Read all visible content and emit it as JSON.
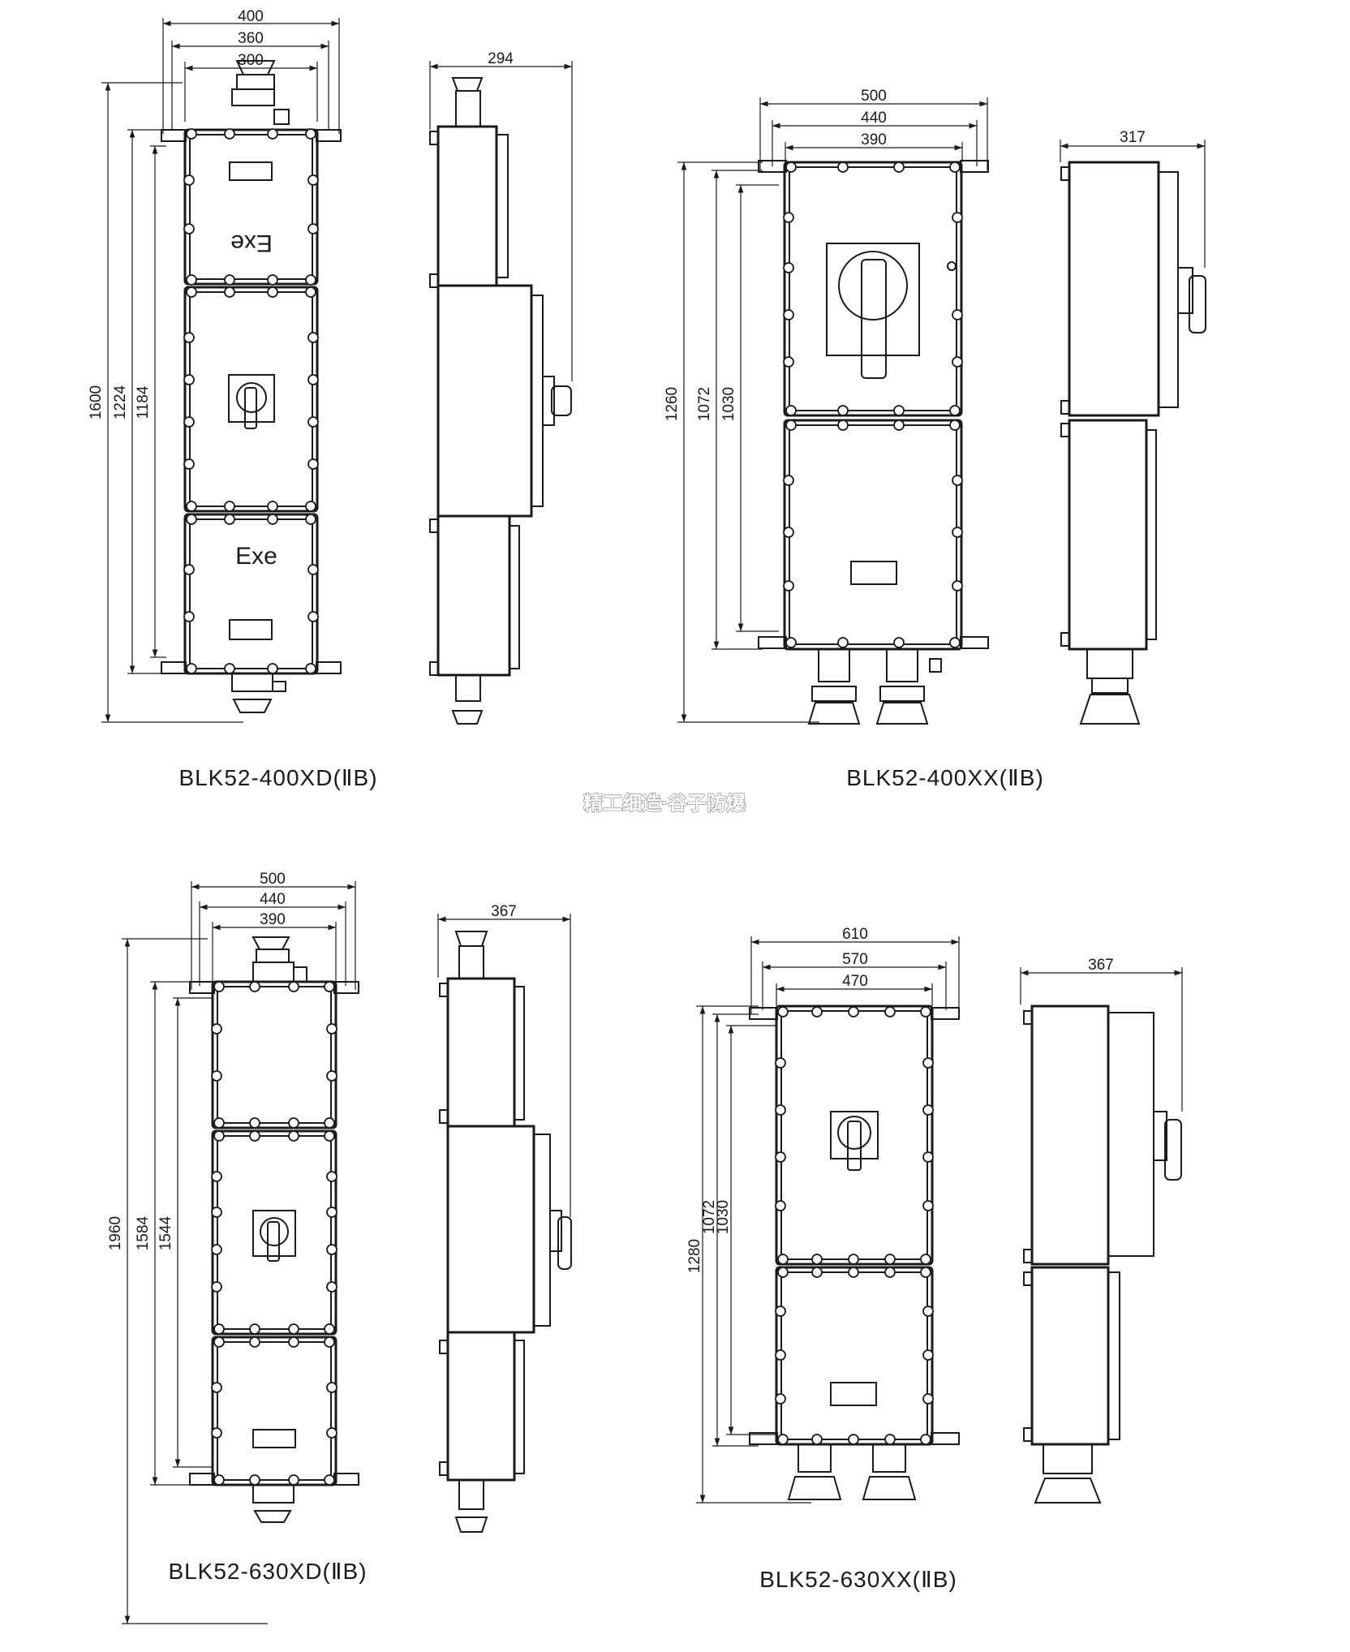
{
  "watermark": "精工细造·谷子防爆",
  "drawings": [
    {
      "model": "BLK52-400XD(ⅡB)",
      "front_label": "Exe",
      "dims_width": [
        "400",
        "360",
        "300"
      ],
      "dims_height": [
        "1600",
        "1224",
        "1184"
      ],
      "side_depth": "294"
    },
    {
      "model": "BLK52-400XX(ⅡB)",
      "dims_width": [
        "500",
        "440",
        "390"
      ],
      "dims_height": [
        "1260",
        "1072",
        "1030"
      ],
      "side_depth": "317"
    },
    {
      "model": "BLK52-630XD(ⅡB)",
      "dims_width": [
        "500",
        "440",
        "390"
      ],
      "dims_height": [
        "1960",
        "1584",
        "1544"
      ],
      "side_depth": "367"
    },
    {
      "model": "BLK52-630XX(ⅡB)",
      "dims_width": [
        "610",
        "570",
        "470"
      ],
      "dims_height": [
        "1280",
        "1072",
        "1030"
      ],
      "side_depth": "367"
    }
  ]
}
